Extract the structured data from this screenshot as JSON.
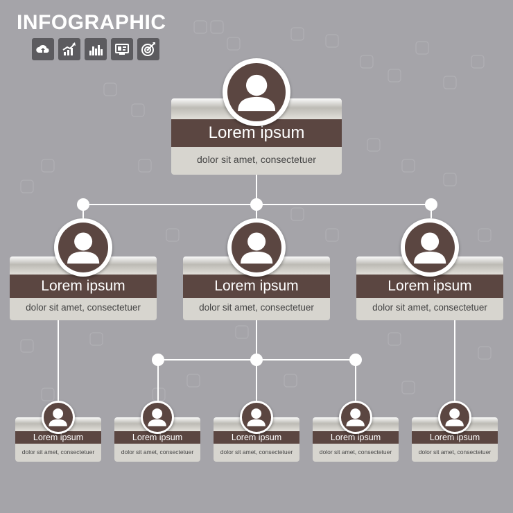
{
  "title": "INFOGRAPHIC",
  "icons": [
    "cloud-upload-icon",
    "line-chart-icon",
    "bar-chart-icon",
    "presentation-board-icon",
    "target-icon"
  ],
  "colors": {
    "background": "#a5a4a9",
    "band": "#5b4641",
    "card_bottom": "#d7d5cf",
    "connector": "#ffffff"
  },
  "root": {
    "title": "Lorem ipsum",
    "subtitle": "dolor sit amet, consectetuer"
  },
  "level2": [
    {
      "title": "Lorem ipsum",
      "subtitle": "dolor sit amet, consectetuer"
    },
    {
      "title": "Lorem ipsum",
      "subtitle": "dolor sit amet, consectetuer"
    },
    {
      "title": "Lorem ipsum",
      "subtitle": "dolor sit amet, consectetuer"
    }
  ],
  "level3": [
    {
      "title": "Lorem ipsum",
      "subtitle": "dolor sit amet, consectetuer"
    },
    {
      "title": "Lorem ipsum",
      "subtitle": "dolor sit amet, consectetuer"
    },
    {
      "title": "Lorem ipsum",
      "subtitle": "dolor sit amet, consectetuer"
    },
    {
      "title": "Lorem ipsum",
      "subtitle": "dolor sit amet, consectetuer"
    },
    {
      "title": "Lorem ipsum",
      "subtitle": "dolor sit amet, consectetuer"
    }
  ]
}
